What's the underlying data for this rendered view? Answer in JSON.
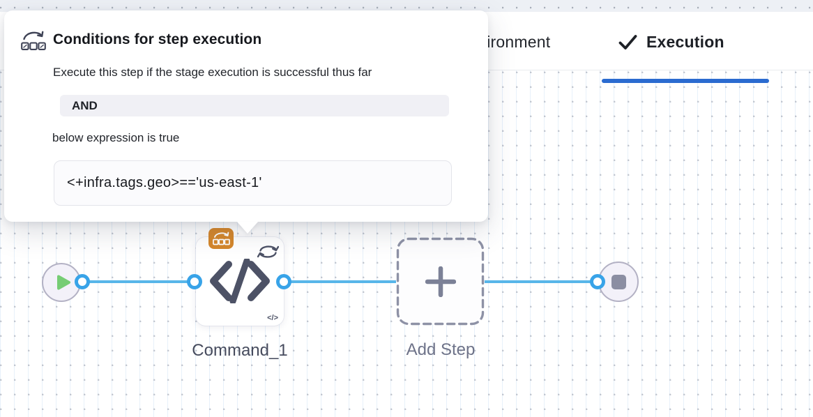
{
  "tabs": [
    {
      "label": "Environment",
      "active": false
    },
    {
      "label": "Execution",
      "active": true,
      "icon": "check-icon"
    }
  ],
  "popover": {
    "icon": "conditional-skip-icon",
    "title": "Conditions for step execution",
    "description": "Execute this step if the stage execution is successful thus far",
    "operator": "AND",
    "caption": "below expression is true",
    "expression": "<+infra.tags.geo>=='us-east-1'"
  },
  "pipeline": {
    "step_label": "Command_1",
    "add_step_label": "Add Step",
    "mini_code_glyph": "</>"
  },
  "colors": {
    "tab_active_underline": "#2b6bd0",
    "connector_line": "#58b6e9",
    "connector_ring": "#38a3e8",
    "condition_badge_orange": "#d5872b",
    "play_green": "#76cd74",
    "node_icon_slate": "#4d5266"
  }
}
